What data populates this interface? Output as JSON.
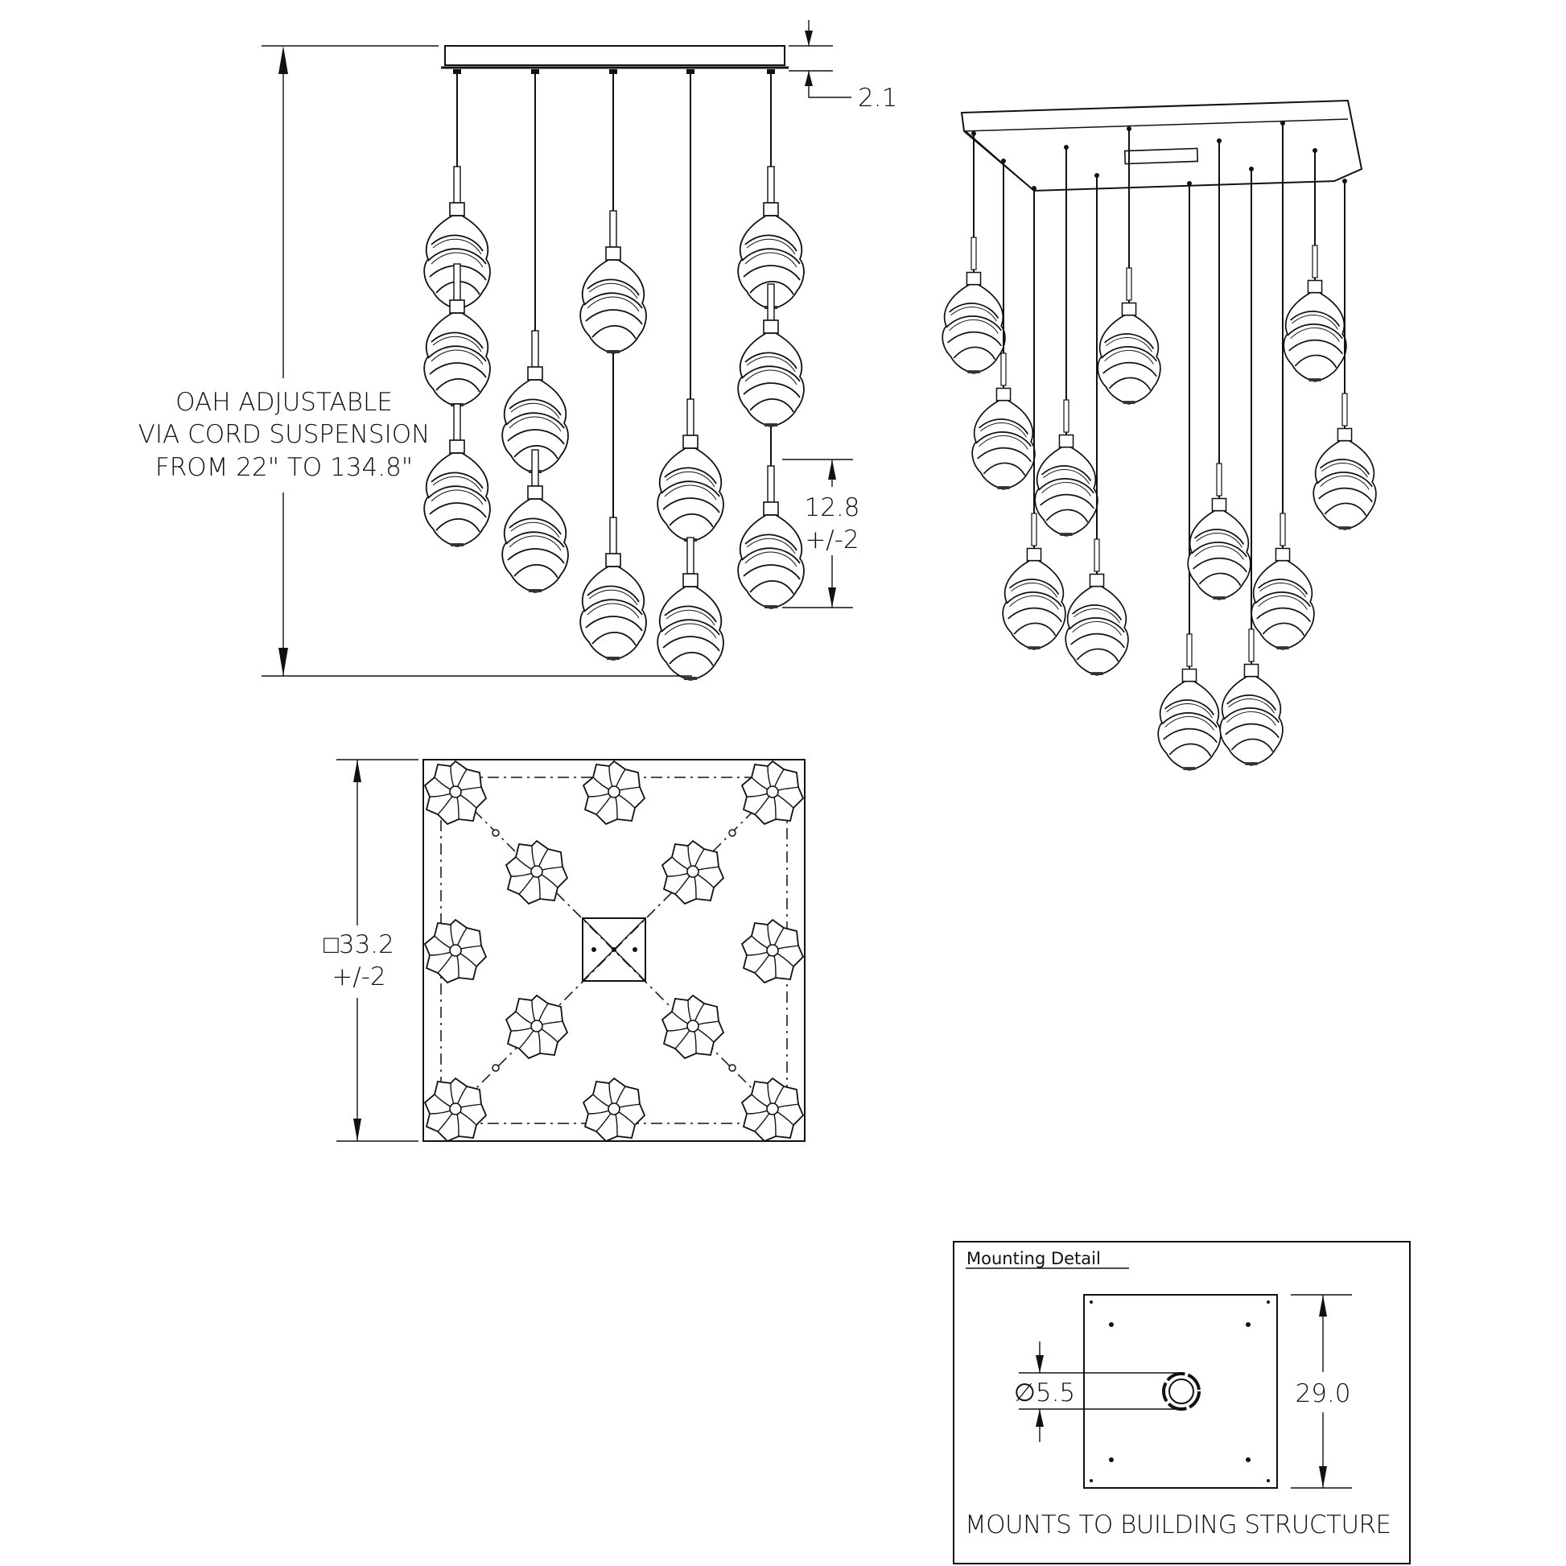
{
  "front_view": {
    "oah_label": [
      "OAH ADJUSTABLE",
      "VIA CORD SUSPENSION",
      "FROM 22\" TO 134.8\""
    ],
    "canopy_height": "2.1",
    "pendant_spacing": [
      "12.8",
      "+/-2"
    ]
  },
  "plan_view": {
    "square_size": [
      "□33.2",
      "+/-2"
    ]
  },
  "mounting_detail": {
    "title": "Mounting  Detail",
    "hole_diameter": "∅5.5",
    "plate_size": "29.0",
    "note": "MOUNTS TO BUILDING STRUCTURE"
  }
}
